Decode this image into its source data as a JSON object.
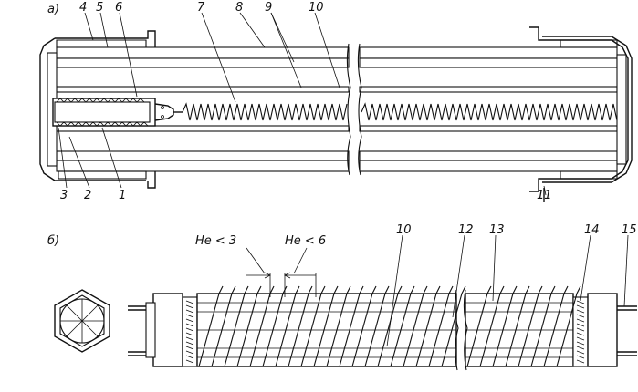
{
  "figure": {
    "part_a": {
      "label": "а)",
      "callouts": [
        "4",
        "5",
        "6",
        "7",
        "8",
        "9",
        "10",
        "3",
        "2",
        "1",
        "11"
      ]
    },
    "part_b": {
      "label": "б)",
      "dim_left": "Не < 3",
      "dim_right": "Не < 6",
      "callouts": [
        "10",
        "12",
        "13",
        "14",
        "15"
      ]
    }
  }
}
